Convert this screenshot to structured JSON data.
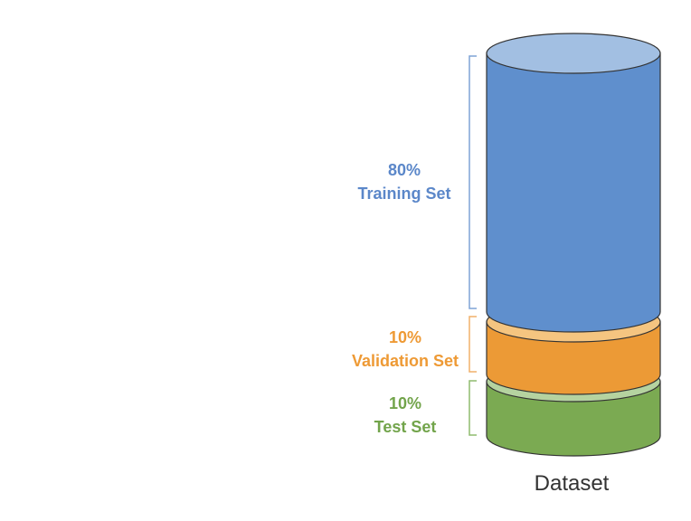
{
  "segments": [
    {
      "id": "training",
      "percent": "80%",
      "name": "Training Set",
      "share": 0.8,
      "colors": {
        "label": "#5B87C9",
        "body": "#5F8FCD",
        "top": "#A2BFE2",
        "bracket": "#7FA3D6"
      }
    },
    {
      "id": "validation",
      "percent": "10%",
      "name": "Validation Set",
      "share": 0.1,
      "colors": {
        "label": "#EE9A35",
        "body": "#EC9A36",
        "top": "#F5C580",
        "bracket": "#F0B06A"
      }
    },
    {
      "id": "test",
      "percent": "10%",
      "name": "Test Set",
      "share": 0.1,
      "colors": {
        "label": "#72A44B",
        "body": "#7BAA52",
        "top": "#B5D3A0",
        "bracket": "#8FBB6E"
      }
    }
  ],
  "dataset_label": "Dataset",
  "outline_color": "#333333"
}
